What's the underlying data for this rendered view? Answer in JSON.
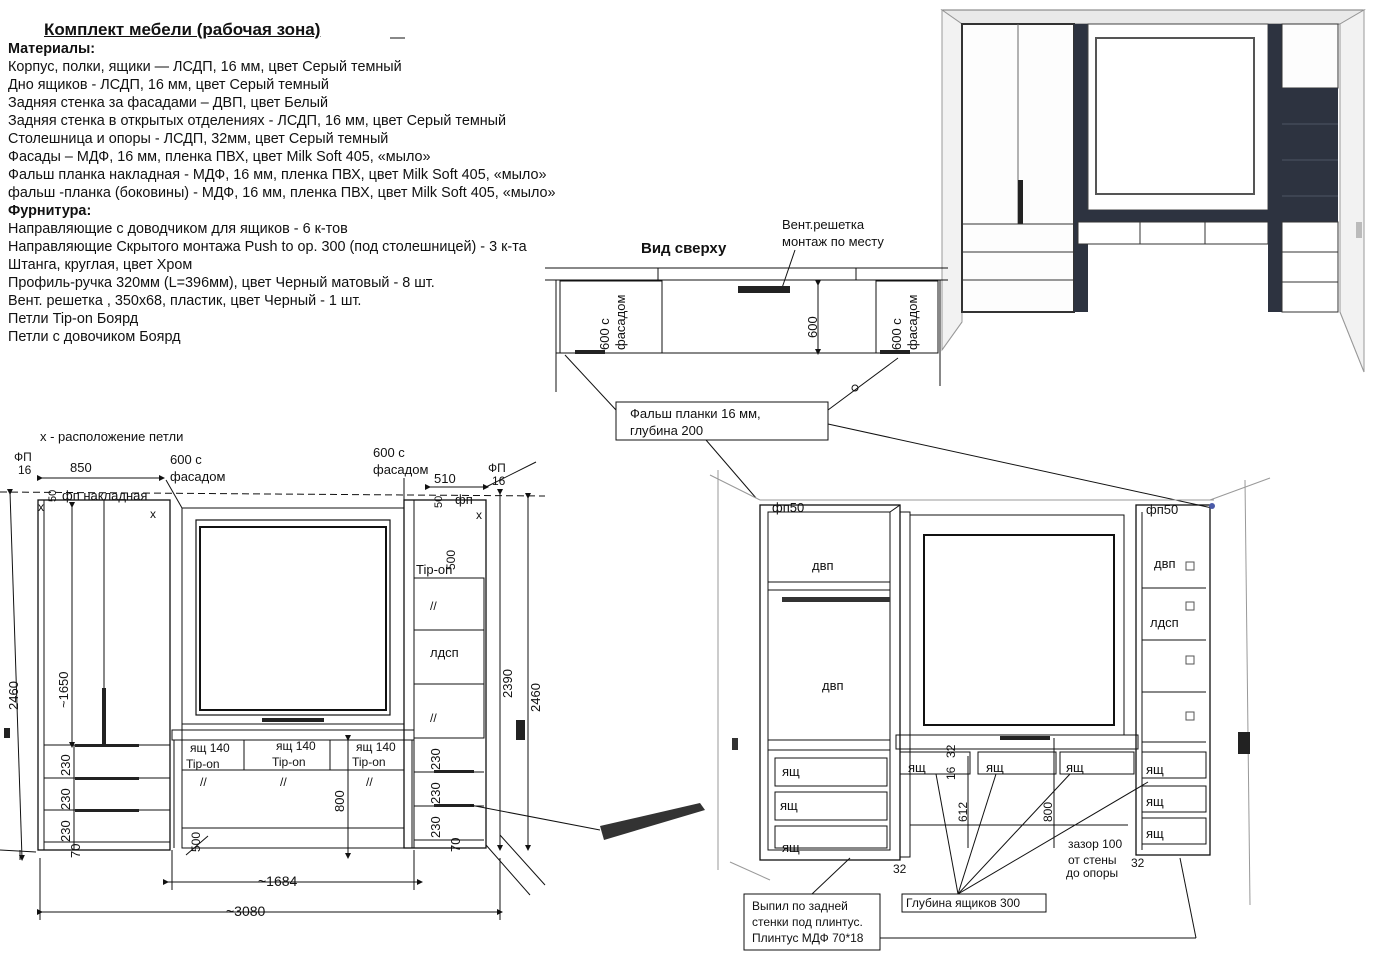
{
  "title": "Комплект мебели (рабочая зона)",
  "materials_header": "Материалы:",
  "materials": [
    "Корпус, полки, ящики  — ЛСДП, 16 мм, цвет  Серый темный",
    "Дно ящиков - ЛСДП, 16 мм, цвет  Серый темный",
    "Задняя стенка за фасадами – ДВП, цвет Белый",
    "Задняя стенка в открытых отделениях - ЛСДП, 16 мм, цвет  Серый темный",
    "Столешница и опоры - ЛСДП, 32мм, цвет  Серый темный",
    "Фасады – МДФ, 16 мм, пленка ПВХ, цвет  Milk Soft 405, «мыло»",
    "Фальш планка накладная - МДФ, 16 мм, пленка ПВХ, цвет  Milk Soft 405, «мыло»",
    "фальш -планка (боковины) - МДФ, 16 мм, пленка ПВХ, цвет  Milk Soft 405, «мыло»"
  ],
  "hardware_header": "Фурнитура:",
  "hardware": [
    "Направляющие с доводчиком для ящиков - 6 к-тов",
    "Направляющие Скрытого монтажа Push to op. 300 (под столешницей) - 3 к-та",
    "Штанга, круглая, цвет Хром",
    "Профиль-ручка 320мм (L=396мм), цвет Черный матовый -  8 шт.",
    " Вент. решетка , 350х68, пластик, цвет Черный - 1 шт.",
    " Петли Tip-on Боярд",
    " Петли с довочиком Боярд"
  ],
  "top_view": {
    "title": "Вид сверху",
    "vent_label_1": "Вент.решетка",
    "vent_label_2": "монтаж по месту",
    "left_depth": "600 с",
    "left_depth_2": "фасадом",
    "center_depth": "600",
    "right_depth": "600 с",
    "right_depth_2": "фасадом"
  },
  "callouts": {
    "false_panels_1": "Фальш планки 16 мм,",
    "false_panels_2": "глубина 200",
    "cutout_1": "Выпил по задней",
    "cutout_2": "стенки под плинтус.",
    "cutout_3": "Плинтус МДФ 70*18",
    "drawer_depth": "Глубина ящиков  300",
    "gap_1": "зазор 100",
    "gap_2": "от стены",
    "gap_3": "до опоры"
  },
  "front_view": {
    "hinge_legend": "х - расположение петли",
    "fp_left": "ФП",
    "fp_left_16": "16",
    "width_850": "850",
    "fp_overlay": "фп накладная",
    "x_mark": "х",
    "depth_600_a": "600 с",
    "depth_600_b": "фасадом",
    "depth_600_c": "600 с",
    "depth_600_d": "фасадом",
    "width_510": "510",
    "fp_right": "ФП",
    "fp_right_16": "16",
    "fp_label": "фп",
    "dim_50": "50",
    "dim_500": "500",
    "tip_on": "Tip-on",
    "ldsp": "лдсп",
    "slashes": "//",
    "height_2460": "2460",
    "height_1650": "~1650",
    "height_2390": "2390",
    "drawer_140": "ящ 140",
    "tip_on_2": "Tip-on",
    "dim_230": "230",
    "dim_70": "70",
    "dim_800": "800",
    "width_1684": "~1684",
    "width_3080": "~3080"
  },
  "perspective": {
    "fp50": "фп50",
    "dvp": "двп",
    "ldsp": "лдсп",
    "drawer": "ящ",
    "dim_32": "32",
    "dim_16": "16",
    "dim_612": "612",
    "dim_800": "800"
  }
}
